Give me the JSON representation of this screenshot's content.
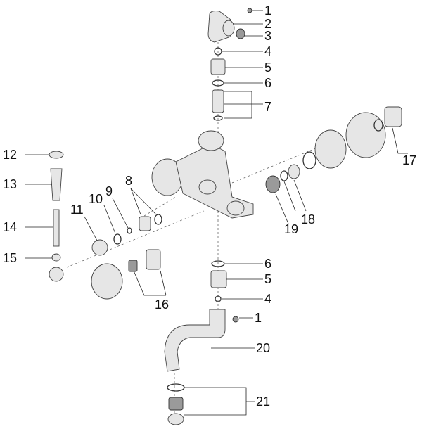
{
  "diagram": {
    "labels": {
      "top_1": "1",
      "top_2": "2",
      "top_3": "3",
      "top_4": "4",
      "top_5": "5",
      "top_6": "6",
      "top_7": "7",
      "l17": "17",
      "l12": "12",
      "l13": "13",
      "l14": "14",
      "l15": "15",
      "l11": "11",
      "l10": "10",
      "l9": "9",
      "l8": "8",
      "l18": "18",
      "l19": "19",
      "l16": "16",
      "bot_6": "6",
      "bot_5": "5",
      "bot_4": "4",
      "bot_1": "1",
      "l20": "20",
      "l21": "21"
    }
  }
}
